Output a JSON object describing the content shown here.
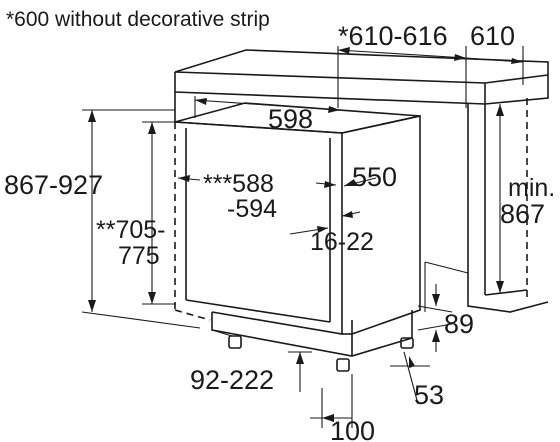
{
  "note": "*600 without decorative strip",
  "dimensions": {
    "niche_width": "*610-616",
    "counter_depth": "610",
    "appliance_width": "598",
    "height_range": "867-927",
    "min_label": "min.",
    "min_value": "867",
    "door_width_line1": "***588",
    "door_width_line2": "-594",
    "depth": "550",
    "door_gap": "16-22",
    "door_height_line1": "**705-",
    "door_height_line2": "775",
    "plinth_depth": "92-222",
    "plinth_height": "89",
    "plinth_recess": "53",
    "foot_offset": "100"
  }
}
